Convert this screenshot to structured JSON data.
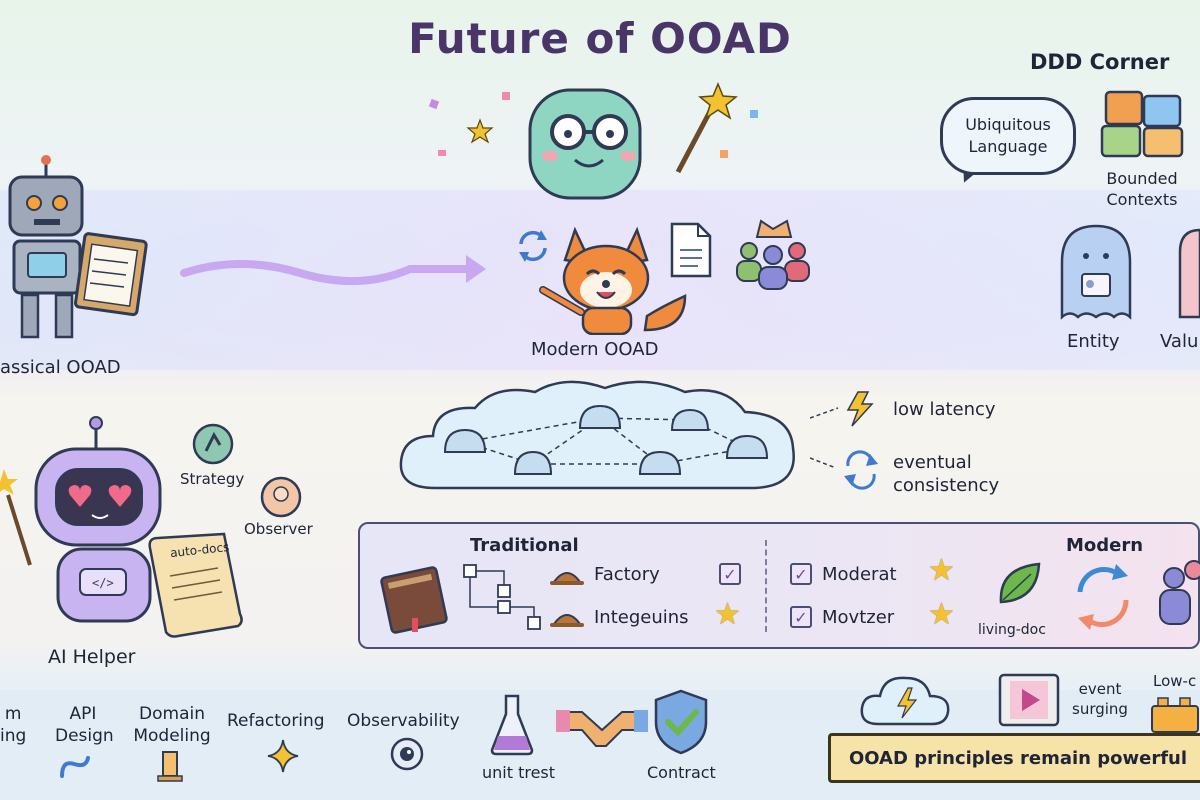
{
  "title": "Future of OOAD",
  "ddd": {
    "heading": "DDD Corner",
    "bubble_line1": "Ubiquitous",
    "bubble_line2": "Language",
    "bounded_line1": "Bounded",
    "bounded_line2": "Contexts",
    "entity": "Entity",
    "value": "Valu"
  },
  "timeline": {
    "classical": "assical OOAD",
    "modern": "Modern OOAD"
  },
  "ai": {
    "helper": "AI Helper",
    "scroll": "auto-docs",
    "strategy": "Strategy",
    "observer": "Observer"
  },
  "cloud": {
    "latency": "low latency",
    "consistency_line1": "eventual",
    "consistency_line2": "consistency"
  },
  "comparison": {
    "traditional": "Traditional",
    "modern": "Modern",
    "factory": "Factory",
    "integ": "Integeuins",
    "moderat": "Moderat",
    "movtzer": "Movtzer",
    "living_doc": "living-doc"
  },
  "bottom": {
    "m_line1": "m",
    "m_line2": "ing",
    "api_line1": "API",
    "api_line2": "Design",
    "domain_line1": "Domain",
    "domain_line2": "Modeling",
    "refactoring": "Refactoring",
    "observability": "Observability",
    "unit_test": "unit trest",
    "contract": "Contract",
    "event_line1": "event",
    "event_line2": "surging",
    "lowcode": "Low-c",
    "banner": "OOAD principles remain powerful"
  },
  "colors": {
    "title": "#4a3568",
    "fox": "#f08a3c",
    "star": "#f2c230",
    "leaf": "#6cb84a"
  },
  "icons": [
    "robot-icon",
    "clipboard-icon",
    "magic-wand-icon",
    "fox-icon",
    "refresh-icon",
    "document-icon",
    "handshake-icon",
    "team-icon",
    "speech-bubble-icon",
    "puzzle-icon",
    "entity-ghost-icon",
    "lightning-icon",
    "sync-icon",
    "book-icon",
    "hat-icon",
    "leaf-icon",
    "cycle-icon",
    "flask-icon",
    "shield-check-icon",
    "eye-icon",
    "sparkle-icon",
    "film-icon",
    "blocks-icon",
    "cloud-icon",
    "scroll-icon"
  ]
}
